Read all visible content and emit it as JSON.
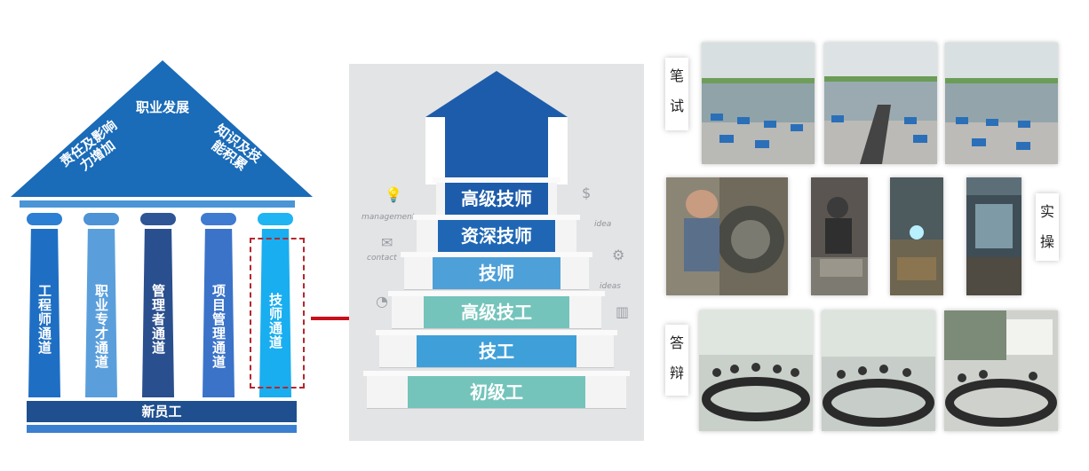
{
  "temple": {
    "roof_top": "职业发展",
    "roof_left": "责任及影响力增加",
    "roof_right": "知识及技能积累",
    "pillars": [
      {
        "label": "工程师通道",
        "color": "#1e6fc4",
        "cap": "#2c7fd2"
      },
      {
        "label": "职业专才通道",
        "color": "#5a9fdc",
        "cap": "#4d93d6"
      },
      {
        "label": "管理者通道",
        "color": "#2a4f8e",
        "cap": "#2e5596"
      },
      {
        "label": "项目管理通道",
        "color": "#3b73c9",
        "cap": "#3f7bd0"
      },
      {
        "label": "技师通道",
        "color": "#19aef0",
        "cap": "#1fb4f2"
      }
    ],
    "base": "新员工"
  },
  "stairs": {
    "steps": [
      {
        "label": "高级技师",
        "color": "#1d5caa"
      },
      {
        "label": "资深技师",
        "color": "#1f67b5"
      },
      {
        "label": "技师",
        "color": "#4ea0d8"
      },
      {
        "label": "高级技工",
        "color": "#74c4bb"
      },
      {
        "label": "技工",
        "color": "#3f9fd8"
      },
      {
        "label": "初级工",
        "color": "#74c4bb"
      }
    ],
    "doodles": [
      "management",
      "contact",
      "idea",
      "ideas"
    ]
  },
  "photos": {
    "written_label": "笔试",
    "practical_label": "实操",
    "defense_label": "答辩"
  }
}
